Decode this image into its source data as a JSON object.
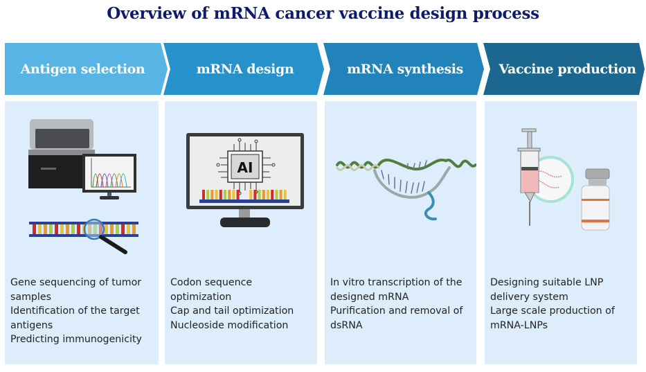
{
  "title": "Overview of mRNA cancer vaccine design process",
  "colors": {
    "title": "#0d1a6e",
    "step1": "#58b4e4",
    "step2": "#2791cc",
    "step3": "#2183b9",
    "step4": "#1b6790",
    "panel": "#deedfb"
  },
  "steps": [
    {
      "label": "Antigen selection",
      "illustration": "sequencer-and-dna-magnifier",
      "items": [
        "Gene sequencing of tumor samples",
        "Identification of the target antigens",
        "Predicting immunogenicity"
      ]
    },
    {
      "label": "mRNA design",
      "illustration": "ai-chip-monitor",
      "ai_text": "AI",
      "items": [
        "Codon sequence optimization",
        "Cap and tail optimization",
        "Nucleoside modification"
      ]
    },
    {
      "label": "mRNA synthesis",
      "illustration": "dna-transcription-helix",
      "items": [
        "In vitro transcription of the designed mRNA",
        "Purification and removal of dsRNA"
      ]
    },
    {
      "label": "Vaccine production",
      "illustration": "syringe-lnp-vial",
      "items": [
        "Designing suitable LNP delivery system",
        "Large scale production of mRNA-LNPs"
      ]
    }
  ]
}
